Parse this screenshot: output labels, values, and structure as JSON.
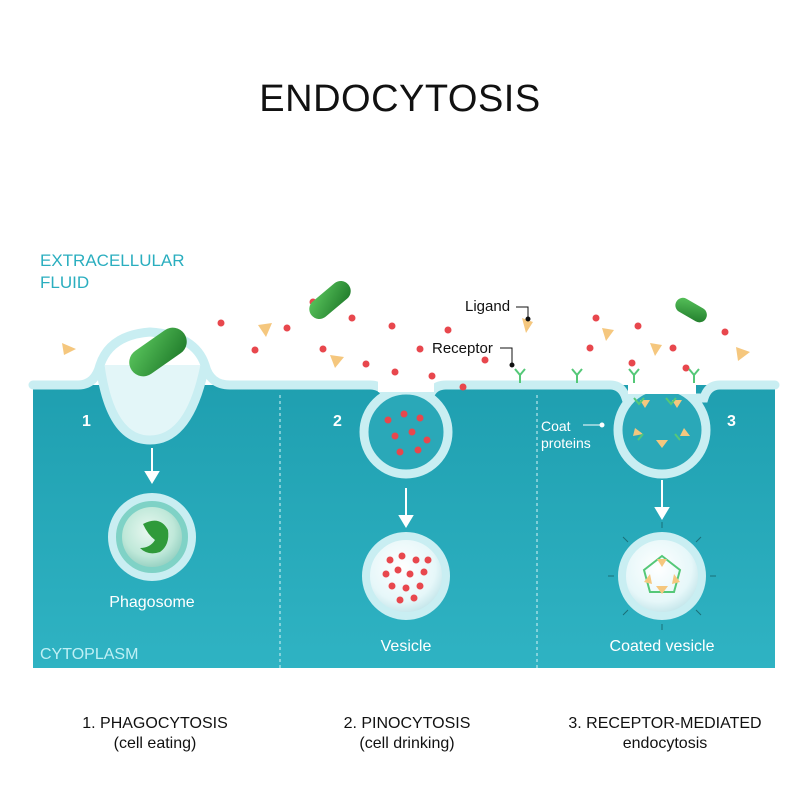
{
  "title": "ENDOCYTOSIS",
  "regions": {
    "extracellular_line1": "EXTRACELLULAR",
    "extracellular_line2": "FLUID",
    "cytoplasm": "CYTOPLASM"
  },
  "callouts": {
    "ligand": "Ligand",
    "receptor": "Receptor",
    "coat_line1": "Coat",
    "coat_line2": "proteins"
  },
  "panels": [
    {
      "number": "1",
      "product": "Phagosome",
      "caption": "1.  PHAGOCYTOSIS",
      "subcaption": "(cell eating)"
    },
    {
      "number": "2",
      "product": "Vesicle",
      "caption": "2. PINOCYTOSIS",
      "subcaption": "(cell drinking)"
    },
    {
      "number": "3",
      "product": "Coated vesicle",
      "caption": "3. RECEPTOR-MEDIATED",
      "subcaption": "endocytosis"
    }
  ],
  "colors": {
    "cytoplasm": "#27a8b8",
    "membrane": "#c9eef2",
    "bacterium": "#2f9a3a",
    "fluid_particle": "#e8474d",
    "ligand": "#f5c77e",
    "receptor": "#55c878"
  }
}
